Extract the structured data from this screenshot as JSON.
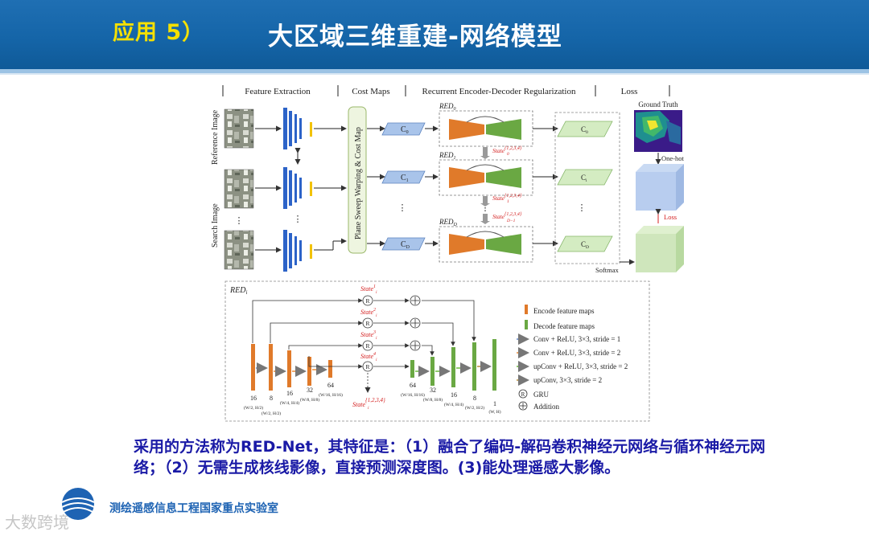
{
  "header": {
    "app_label": "应用 5）",
    "title": "大区域三维重建-网络模型"
  },
  "figure": {
    "stage_labels": [
      "Feature Extraction",
      "Cost Maps",
      "Recurrent Encoder-Decoder Regularization",
      "Loss"
    ],
    "reference_image_label": "Reference Image",
    "search_image_label": "Search Image",
    "plane_sweep_label": "Plane Sweep Warping & Cost Map",
    "cost_maps": [
      "C",
      "C",
      "C"
    ],
    "cost_map_subs": [
      "0",
      "1",
      "D"
    ],
    "red_blocks": [
      "RED",
      "RED",
      "RED"
    ],
    "red_subs": [
      "0",
      "1",
      "D"
    ],
    "cr_maps": [
      "C",
      "C",
      "C"
    ],
    "cr_subs": [
      "0",
      "i",
      "D"
    ],
    "state_labels": [
      "State",
      "State",
      "State"
    ],
    "state_sups": [
      "{1,2,3,4}",
      "{1,2,3,4}",
      "{1,2,3,4}"
    ],
    "state_subs": [
      "0",
      "1",
      "D−1"
    ],
    "ground_truth": "Ground Truth",
    "one_hot": "One-hot",
    "loss_label": "Loss",
    "softmax": "Softmax",
    "dots": "⋮",
    "redi_title": "RED",
    "redi_sub": "i",
    "redi_states": [
      "State",
      "State",
      "State",
      "State",
      "State"
    ],
    "redi_state_sups": [
      "1",
      "2",
      "3",
      "4",
      "{1,2,3,4}"
    ],
    "redi_state_sub": "i",
    "gru_symbol": "R",
    "channels": [
      "16",
      "8",
      "16",
      "32",
      "64",
      "64",
      "32",
      "16",
      "8",
      "1"
    ],
    "sizes": [
      "(W/2, H/2)",
      "(W/2, H/2)",
      "(W/4, H/4)",
      "(W/8, H/8)",
      "(W/16, H/16)",
      "(W/16, H/16)",
      "(W/8, H/8)",
      "(W/4, H/4)",
      "(W/2, H/2)",
      "(W, H)"
    ],
    "legend": [
      "Encode feature maps",
      "Decode feature maps",
      "Conv + ReLU, 3×3, stride = 1",
      "Conv + ReLU, 3×3, stride = 2",
      "upConv + ReLU, 3×3, stride = 2",
      "upConv, 3×3, stride = 2",
      "GRU",
      "Addition"
    ]
  },
  "description": "采用的方法称为RED-Net，其特征是：（1）融合了编码-解码卷积神经元网络与循环神经元网络；（2）无需生成核线影像，直接预测深度图。(3)能处理遥感大影像。",
  "footer": {
    "lab_name": "测绘遥感信息工程国家重点实验室",
    "watermark": "大数跨境"
  },
  "colors": {
    "header_blue": "#1565a8",
    "title_yellow": "#f5e000",
    "encode_orange": "#e07a2a",
    "decode_green": "#6aa843",
    "feature_blue": "#2c63c8",
    "feature_yellow": "#f2c200",
    "state_red": "#d42020",
    "desc_blue": "#1a1aa6"
  }
}
